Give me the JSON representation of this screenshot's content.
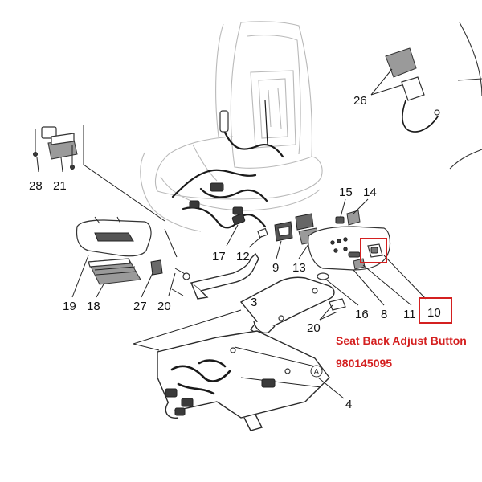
{
  "colors": {
    "highlight": "#d42020",
    "ink": "#111111",
    "seat_outline": "#b9b9b9"
  },
  "part_numbers": {
    "p26": "26",
    "p28": "28",
    "p21": "21",
    "p15": "15",
    "p14": "14",
    "p17": "17",
    "p12": "12",
    "p9": "9",
    "p13": "13",
    "p19": "19",
    "p18": "18",
    "p27": "27",
    "p20a": "20",
    "p3": "3",
    "p16": "16",
    "p8": "8",
    "p11": "11",
    "p10": "10",
    "p20b": "20",
    "p4": "4"
  },
  "callout": {
    "name": "Seat Back Adjust Button",
    "part_code": "980145095"
  },
  "marker_letter": "A"
}
